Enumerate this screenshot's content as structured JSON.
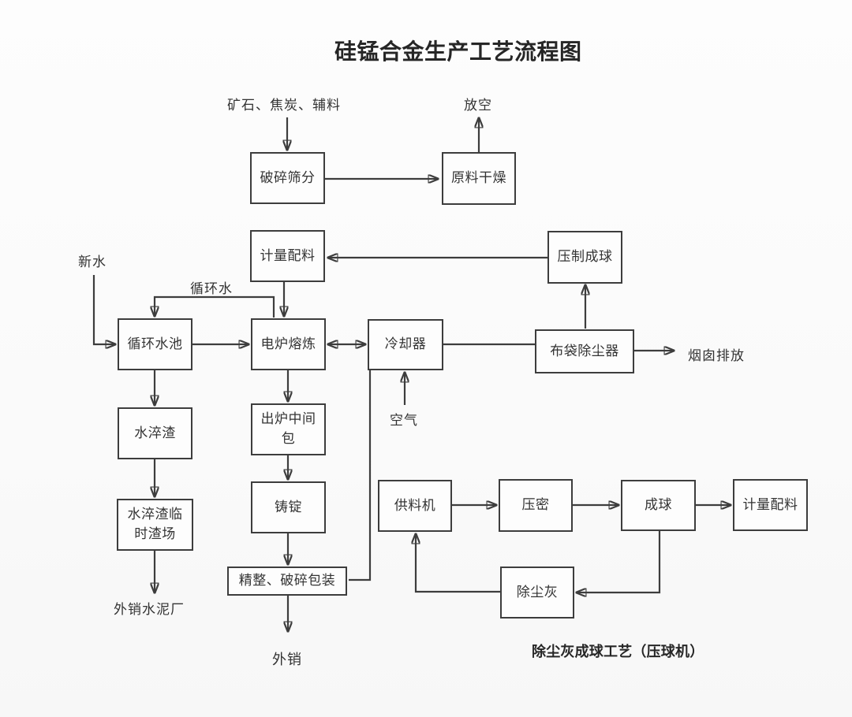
{
  "title": "硅锰合金生产工艺流程图",
  "caption": "除尘灰成球工艺（压球机）",
  "nodes": {
    "crush": "破碎筛分",
    "dry": "原料干燥",
    "batch": "计量配料",
    "press": "压制成球",
    "pool": "循环水池",
    "furnace": "电炉熔炼",
    "cooler": "冷却器",
    "baghouse": "布袋除尘器",
    "slag": "水淬渣",
    "tundish": "出炉中间包",
    "ingot": "铸锭",
    "slagyard": "水淬渣临时渣场",
    "finish": "精整、破碎包装",
    "feeder": "供料机",
    "compact": "压密",
    "balling": "成球",
    "batch2": "计量配料",
    "dustash": "除尘灰"
  },
  "labels": {
    "raw_materials": "矿石、焦炭、辅料",
    "vent": "放空",
    "new_water": "新水",
    "circulating_water": "循环水",
    "air": "空气",
    "stack_discharge": "烟囱排放",
    "cement_plant": "外销水泥厂",
    "export": "外销"
  },
  "edges": [
    {
      "from": "矿石、焦炭、辅料",
      "to": "破碎筛分",
      "arrow": "down"
    },
    {
      "from": "破碎筛分",
      "to": "原料干燥",
      "arrow": "right"
    },
    {
      "from": "原料干燥",
      "to": "放空",
      "arrow": "up"
    },
    {
      "from": "压制成球",
      "to": "计量配料",
      "arrow": "left"
    },
    {
      "from": "计量配料",
      "to": "电炉熔炼",
      "arrow": "down"
    },
    {
      "from": "电炉熔炼",
      "to": "循环水池",
      "label": "循环水",
      "arrow": "down"
    },
    {
      "from": "新水",
      "to": "循环水池",
      "arrow": "right"
    },
    {
      "from": "循环水池",
      "to": "电炉熔炼",
      "arrow": "right"
    },
    {
      "from": "电炉熔炼",
      "to": "冷却器",
      "arrow": "both"
    },
    {
      "from": "冷却器",
      "to": "布袋除尘器",
      "arrow": "none"
    },
    {
      "from": "布袋除尘器",
      "to": "压制成球",
      "arrow": "up"
    },
    {
      "from": "布袋除尘器",
      "to": "烟囱排放",
      "arrow": "right"
    },
    {
      "from": "空气",
      "to": "冷却器",
      "arrow": "up"
    },
    {
      "from": "精整、破碎包装",
      "to": "冷却器",
      "arrow": "none"
    },
    {
      "from": "循环水池",
      "to": "水淬渣",
      "arrow": "down"
    },
    {
      "from": "水淬渣",
      "to": "水淬渣临时渣场",
      "arrow": "down"
    },
    {
      "from": "水淬渣临时渣场",
      "to": "外销水泥厂",
      "arrow": "down"
    },
    {
      "from": "电炉熔炼",
      "to": "出炉中间包",
      "arrow": "down"
    },
    {
      "from": "出炉中间包",
      "to": "铸锭",
      "arrow": "down"
    },
    {
      "from": "铸锭",
      "to": "精整、破碎包装",
      "arrow": "down"
    },
    {
      "from": "精整、破碎包装",
      "to": "外销",
      "arrow": "down"
    },
    {
      "from": "供料机",
      "to": "压密",
      "arrow": "right"
    },
    {
      "from": "压密",
      "to": "成球",
      "arrow": "right"
    },
    {
      "from": "成球",
      "to": "计量配料",
      "arrow": "right"
    },
    {
      "from": "成球",
      "to": "除尘灰",
      "arrow": "left"
    },
    {
      "from": "除尘灰",
      "to": "供料机",
      "arrow": "up"
    }
  ],
  "colors": {
    "line": "#3d3d3d",
    "text": "#333333",
    "background": "#fbfbfb"
  }
}
